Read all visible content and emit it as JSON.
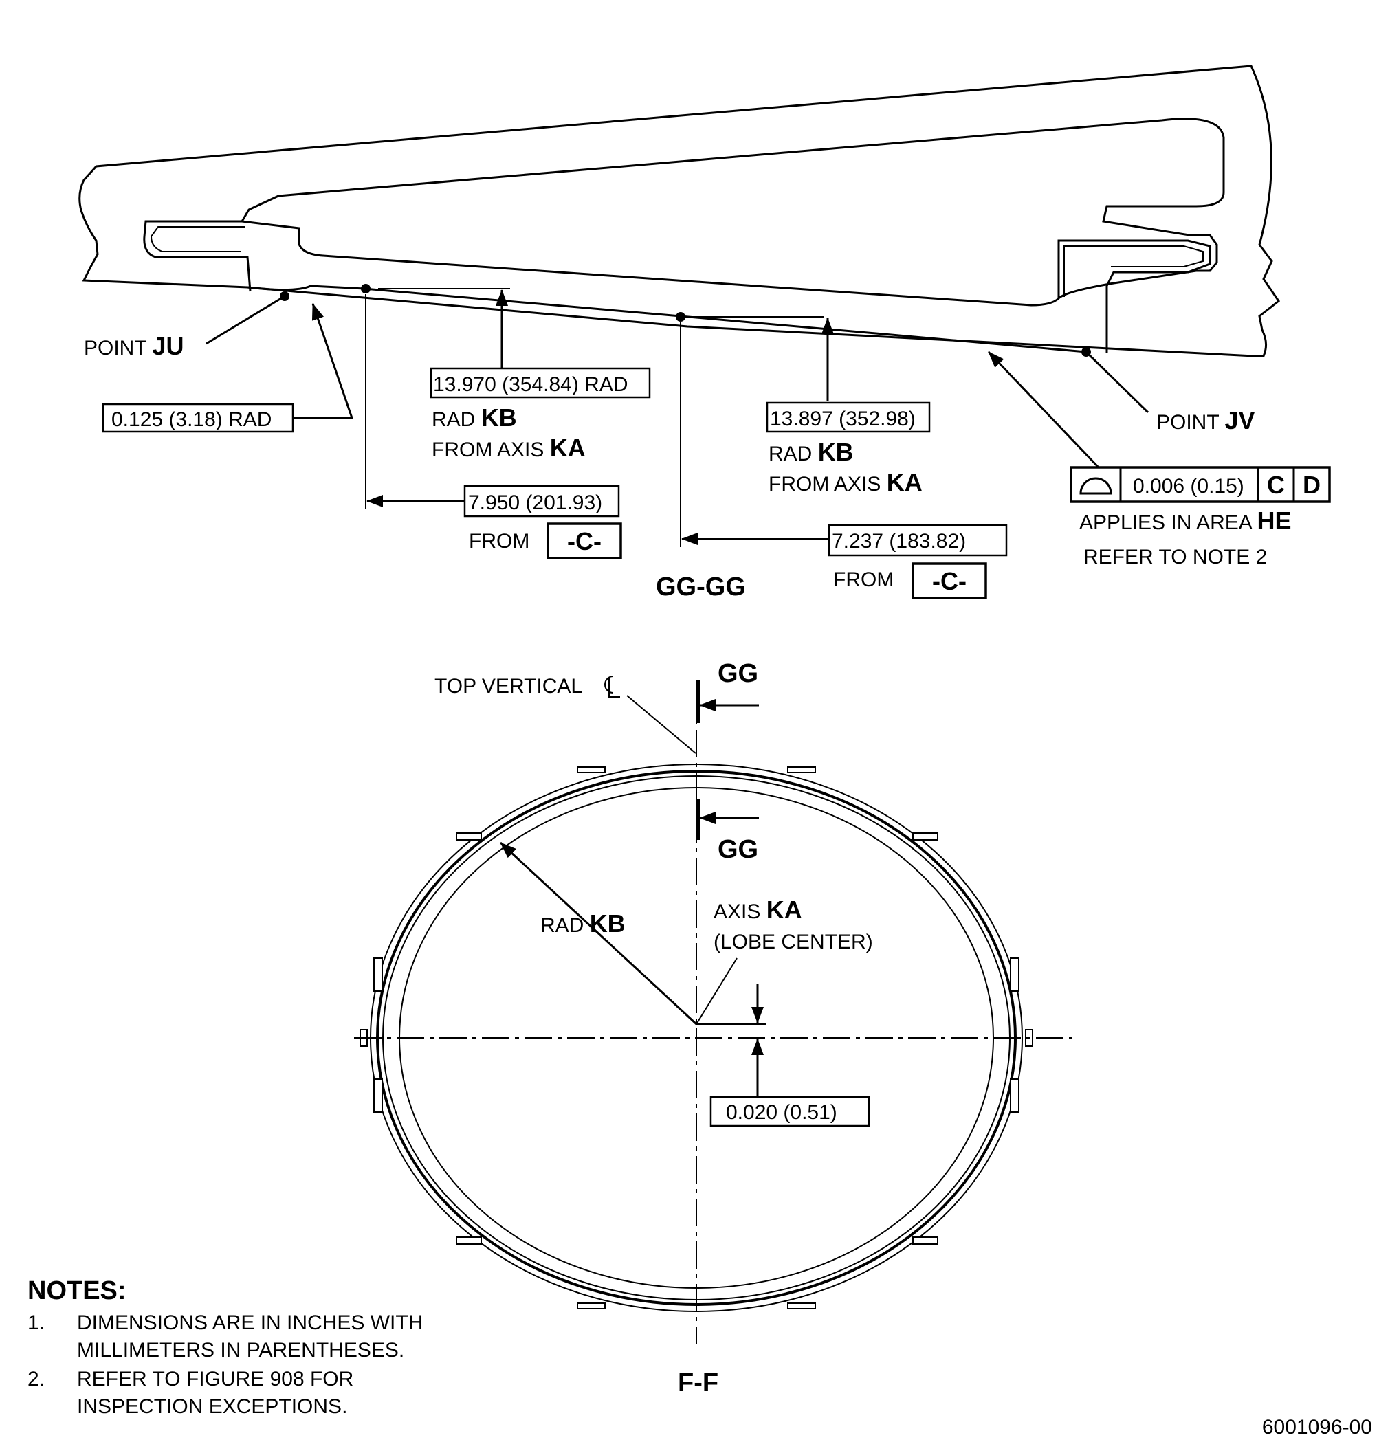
{
  "section_gg": {
    "point_ju": {
      "prefix": "POINT ",
      "id": "JU"
    },
    "point_jv": {
      "prefix": "POINT ",
      "id": "JV"
    },
    "fillet_radius": "0.125 (3.18) RAD",
    "radius_1": {
      "value": "13.970 (354.84) RAD",
      "rad_prefix": "RAD ",
      "rad_id": "KB",
      "axis_prefix": "FROM AXIS ",
      "axis_id": "KA"
    },
    "radius_2": {
      "value": "13.897 (352.98)",
      "rad_prefix": "RAD ",
      "rad_id": "KB",
      "axis_prefix": "FROM AXIS ",
      "axis_id": "KA"
    },
    "location_1": {
      "value": "7.950 (201.93)",
      "from": "FROM",
      "datum": "-C-"
    },
    "location_2": {
      "value": "7.237 (183.82)",
      "from": "FROM",
      "datum": "-C-"
    },
    "profile_tolerance": {
      "symbol": "profile-of-surface-icon",
      "value": "0.006 (0.15)",
      "datum_1": "C",
      "datum_2": "D"
    },
    "applies_prefix": "APPLIES IN AREA ",
    "applies_area": "HE",
    "refer_note": "REFER TO NOTE 2",
    "view_label": "GG-GG"
  },
  "section_ff": {
    "top_vertical_label": "TOP VERTICAL",
    "centerline_symbol": "centerline-icon",
    "section_arrow_top": "GG",
    "section_arrow_bottom": "GG",
    "rad_prefix": "RAD ",
    "rad_id": "KB",
    "axis_prefix": "AXIS ",
    "axis_id": "KA",
    "lobe_center": "(LOBE CENTER)",
    "offset": "0.020 (0.51)",
    "view_label": "F-F"
  },
  "notes": {
    "title": "NOTES:",
    "items": [
      {
        "num": "1.",
        "line1": "DIMENSIONS ARE IN INCHES WITH",
        "line2": "MILLIMETERS IN PARENTHESES."
      },
      {
        "num": "2.",
        "line1": "REFER TO FIGURE 908 FOR",
        "line2": "INSPECTION EXCEPTIONS."
      }
    ]
  },
  "drawing_number": "6001096-00"
}
